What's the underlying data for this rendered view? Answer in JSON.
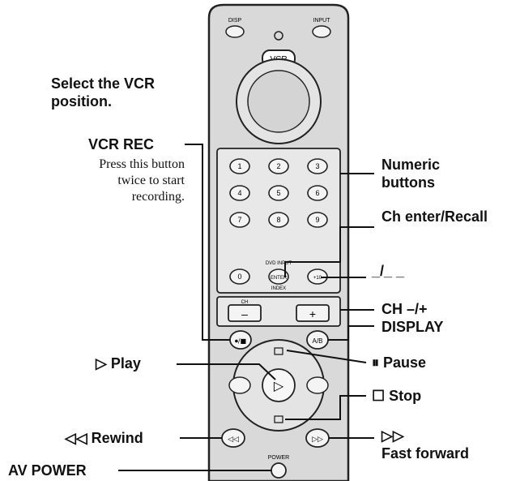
{
  "remote": {
    "top_buttons": {
      "disp": "DISP",
      "input": "INPUT"
    },
    "mode_selector": "VCR",
    "numeric_keys": [
      "1",
      "2",
      "3",
      "4",
      "5",
      "6",
      "7",
      "8",
      "9",
      "0",
      "ENTER",
      "+10"
    ],
    "key_captions": [
      "DVD INPUT",
      "INDEX"
    ],
    "ch_buttons": {
      "minus": "–",
      "plus": "+"
    },
    "ch_label": "CH",
    "vcr_rec_key": "⏺/■",
    "display_key": "A/B",
    "play_key": "▷",
    "power_label": "POWER"
  },
  "callouts": {
    "select_position": [
      "Select the VCR",
      "position."
    ],
    "vcr_rec": "VCR REC",
    "vcr_rec_note": [
      "Press this button",
      "twice to start",
      "recording."
    ],
    "numeric": [
      "Numeric",
      "buttons"
    ],
    "ch_enter": "Ch enter/Recall",
    "dash": "_/_ _",
    "ch": "CH –/+",
    "display": "DISPLAY",
    "play": "▷ Play",
    "pause": "⏸ Pause",
    "stop": "☐ Stop",
    "rewind": "◁◁ Rewind",
    "ff": [
      "▷▷",
      "Fast forward"
    ],
    "av_power": "AV POWER"
  },
  "colors": {
    "body": "#d9d9d9",
    "outline": "#222222",
    "key": "#f4f4f4",
    "panel": "#e8e8e8"
  }
}
